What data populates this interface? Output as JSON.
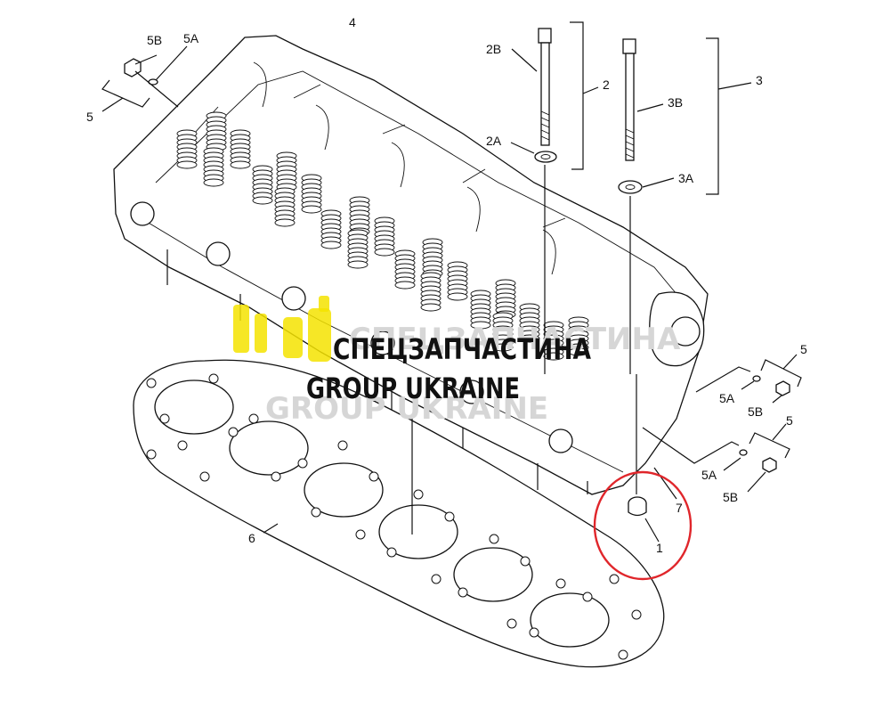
{
  "labels": {
    "l4": "4",
    "l5b_tl": "5B",
    "l5a_tl": "5A",
    "l5_tl": "5",
    "l2b": "2B",
    "l2": "2",
    "l2a": "2A",
    "l3b": "3B",
    "l3": "3",
    "l3a": "3A",
    "l5_r1": "5",
    "l5a_r1": "5A",
    "l5b_r1": "5B",
    "l5_r2": "5",
    "l5a_r2": "5A",
    "l5b_r2": "5B",
    "l6": "6",
    "l7": "7",
    "l1": "1"
  },
  "watermark": {
    "line1": "СПЕЦЗАПЧАСТИНА",
    "line2": "GROUP UKRAINE"
  },
  "colors": {
    "highlight": "#e0262b",
    "logo": "#f4e300",
    "ink": "#111111"
  }
}
